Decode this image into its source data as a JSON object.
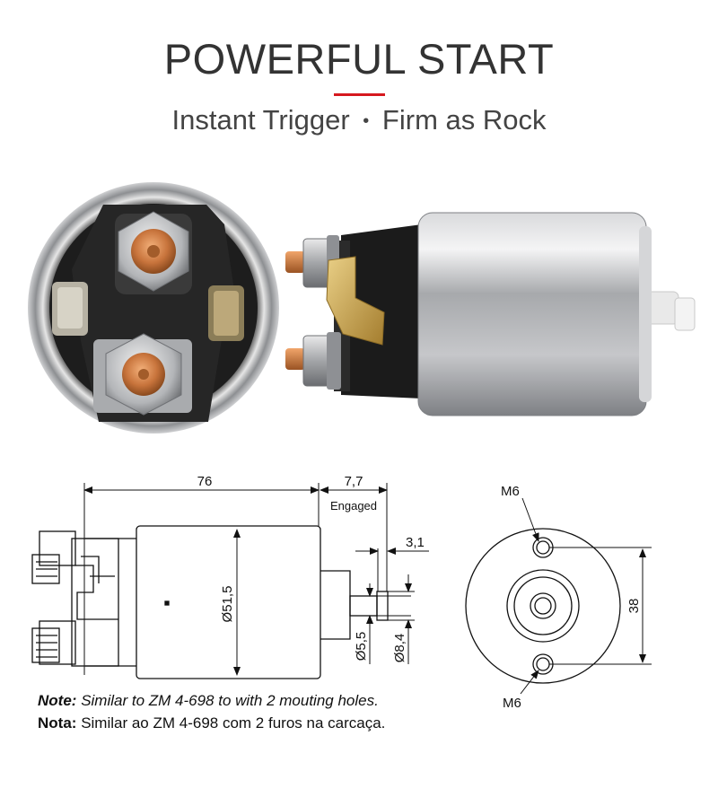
{
  "header": {
    "title": "POWERFUL START",
    "subtitle_left": "Instant Trigger",
    "subtitle_sep": "•",
    "subtitle_right": "Firm as Rock"
  },
  "dimensions": {
    "length": "76",
    "stroke": "7,7",
    "engaged": "Engaged",
    "plunger_tip": "3,1",
    "body_diameter": "Ø51,5",
    "shaft_diameter": "Ø5,5",
    "tip_diameter": "Ø8,4",
    "thread_top": "M6",
    "thread_bottom": "M6",
    "hole_spacing": "38"
  },
  "notes": {
    "en_label": "Note:",
    "en_text": "Similar to ZM 4-698 to with 2 mouting holes.",
    "pt_label": "Nota:",
    "pt_text": "Similar ao ZM 4-698 com 2 furos na carcaça."
  },
  "colors": {
    "accent": "#d6191f",
    "metal": "#b8babd",
    "copper": "#c8743c",
    "bakelite": "#1b1b1b",
    "brass": "#c9a24a"
  }
}
